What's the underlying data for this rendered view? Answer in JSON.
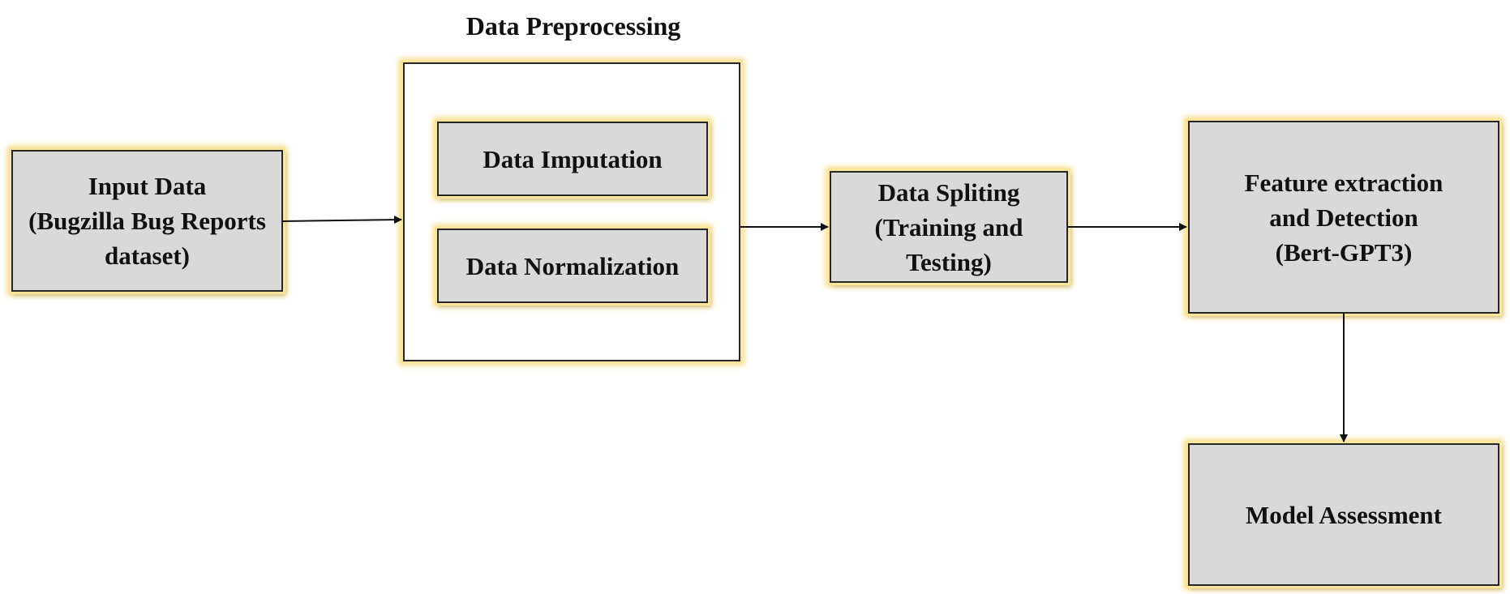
{
  "diagram": {
    "group": {
      "title": "Data Preprocessing"
    },
    "nodes": {
      "input_data": "Input Data\n(Bugzilla Bug Reports\ndataset)",
      "data_imputation": "Data Imputation",
      "data_normalization": "Data Normalization",
      "data_splitting": "Data Spliting\n(Training and\nTesting)",
      "feature_extraction": "Feature extraction\nand Detection\n(Bert-GPT3)",
      "model_assessment": "Model Assessment"
    },
    "edges": [
      {
        "from": "input_data",
        "to": "data_preprocessing"
      },
      {
        "from": "data_preprocessing",
        "to": "data_splitting"
      },
      {
        "from": "data_splitting",
        "to": "feature_extraction"
      },
      {
        "from": "feature_extraction",
        "to": "model_assessment"
      }
    ],
    "colors": {
      "box_fill": "#d9d9d9",
      "box_border": "#262626",
      "glow": "#f4d05c",
      "arrow": "#111111"
    }
  }
}
